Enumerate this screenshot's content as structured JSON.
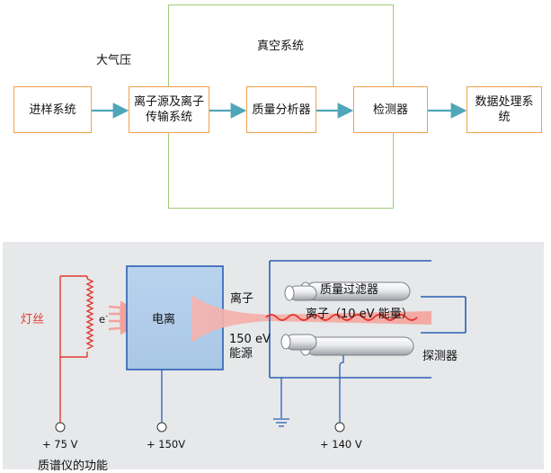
{
  "flowchart": {
    "atmosphere_label": "大气压",
    "vacuum_label": "真空系统",
    "boxes": {
      "inlet": "进样系统",
      "ion_source": "离子源及离子传输系统",
      "mass_analyzer": "质量分析器",
      "detector": "检测器",
      "data_processing": "数据处理系统"
    }
  },
  "schematic": {
    "filament": "灯丝",
    "electron": "e",
    "electron_sup": "-",
    "ionization": "电离",
    "ions": "离子",
    "energy_source": "150 eV\n能源",
    "mass_filter": "质量过滤器",
    "ion_energy": "离子（10 eV 能量）",
    "detector": "探测器",
    "v1": "+ 75 V",
    "v2": "+ 150V",
    "v3": "+ 140 V",
    "caption": "质谱仪的功能"
  },
  "colors": {
    "box_border": "#f0a24a",
    "vacuum_border": "#9ccc78",
    "arrow": "#4fa6b8",
    "panel_bg": "#e6e8ea",
    "blue": "#2b5fb3",
    "red": "#e03a2f"
  }
}
